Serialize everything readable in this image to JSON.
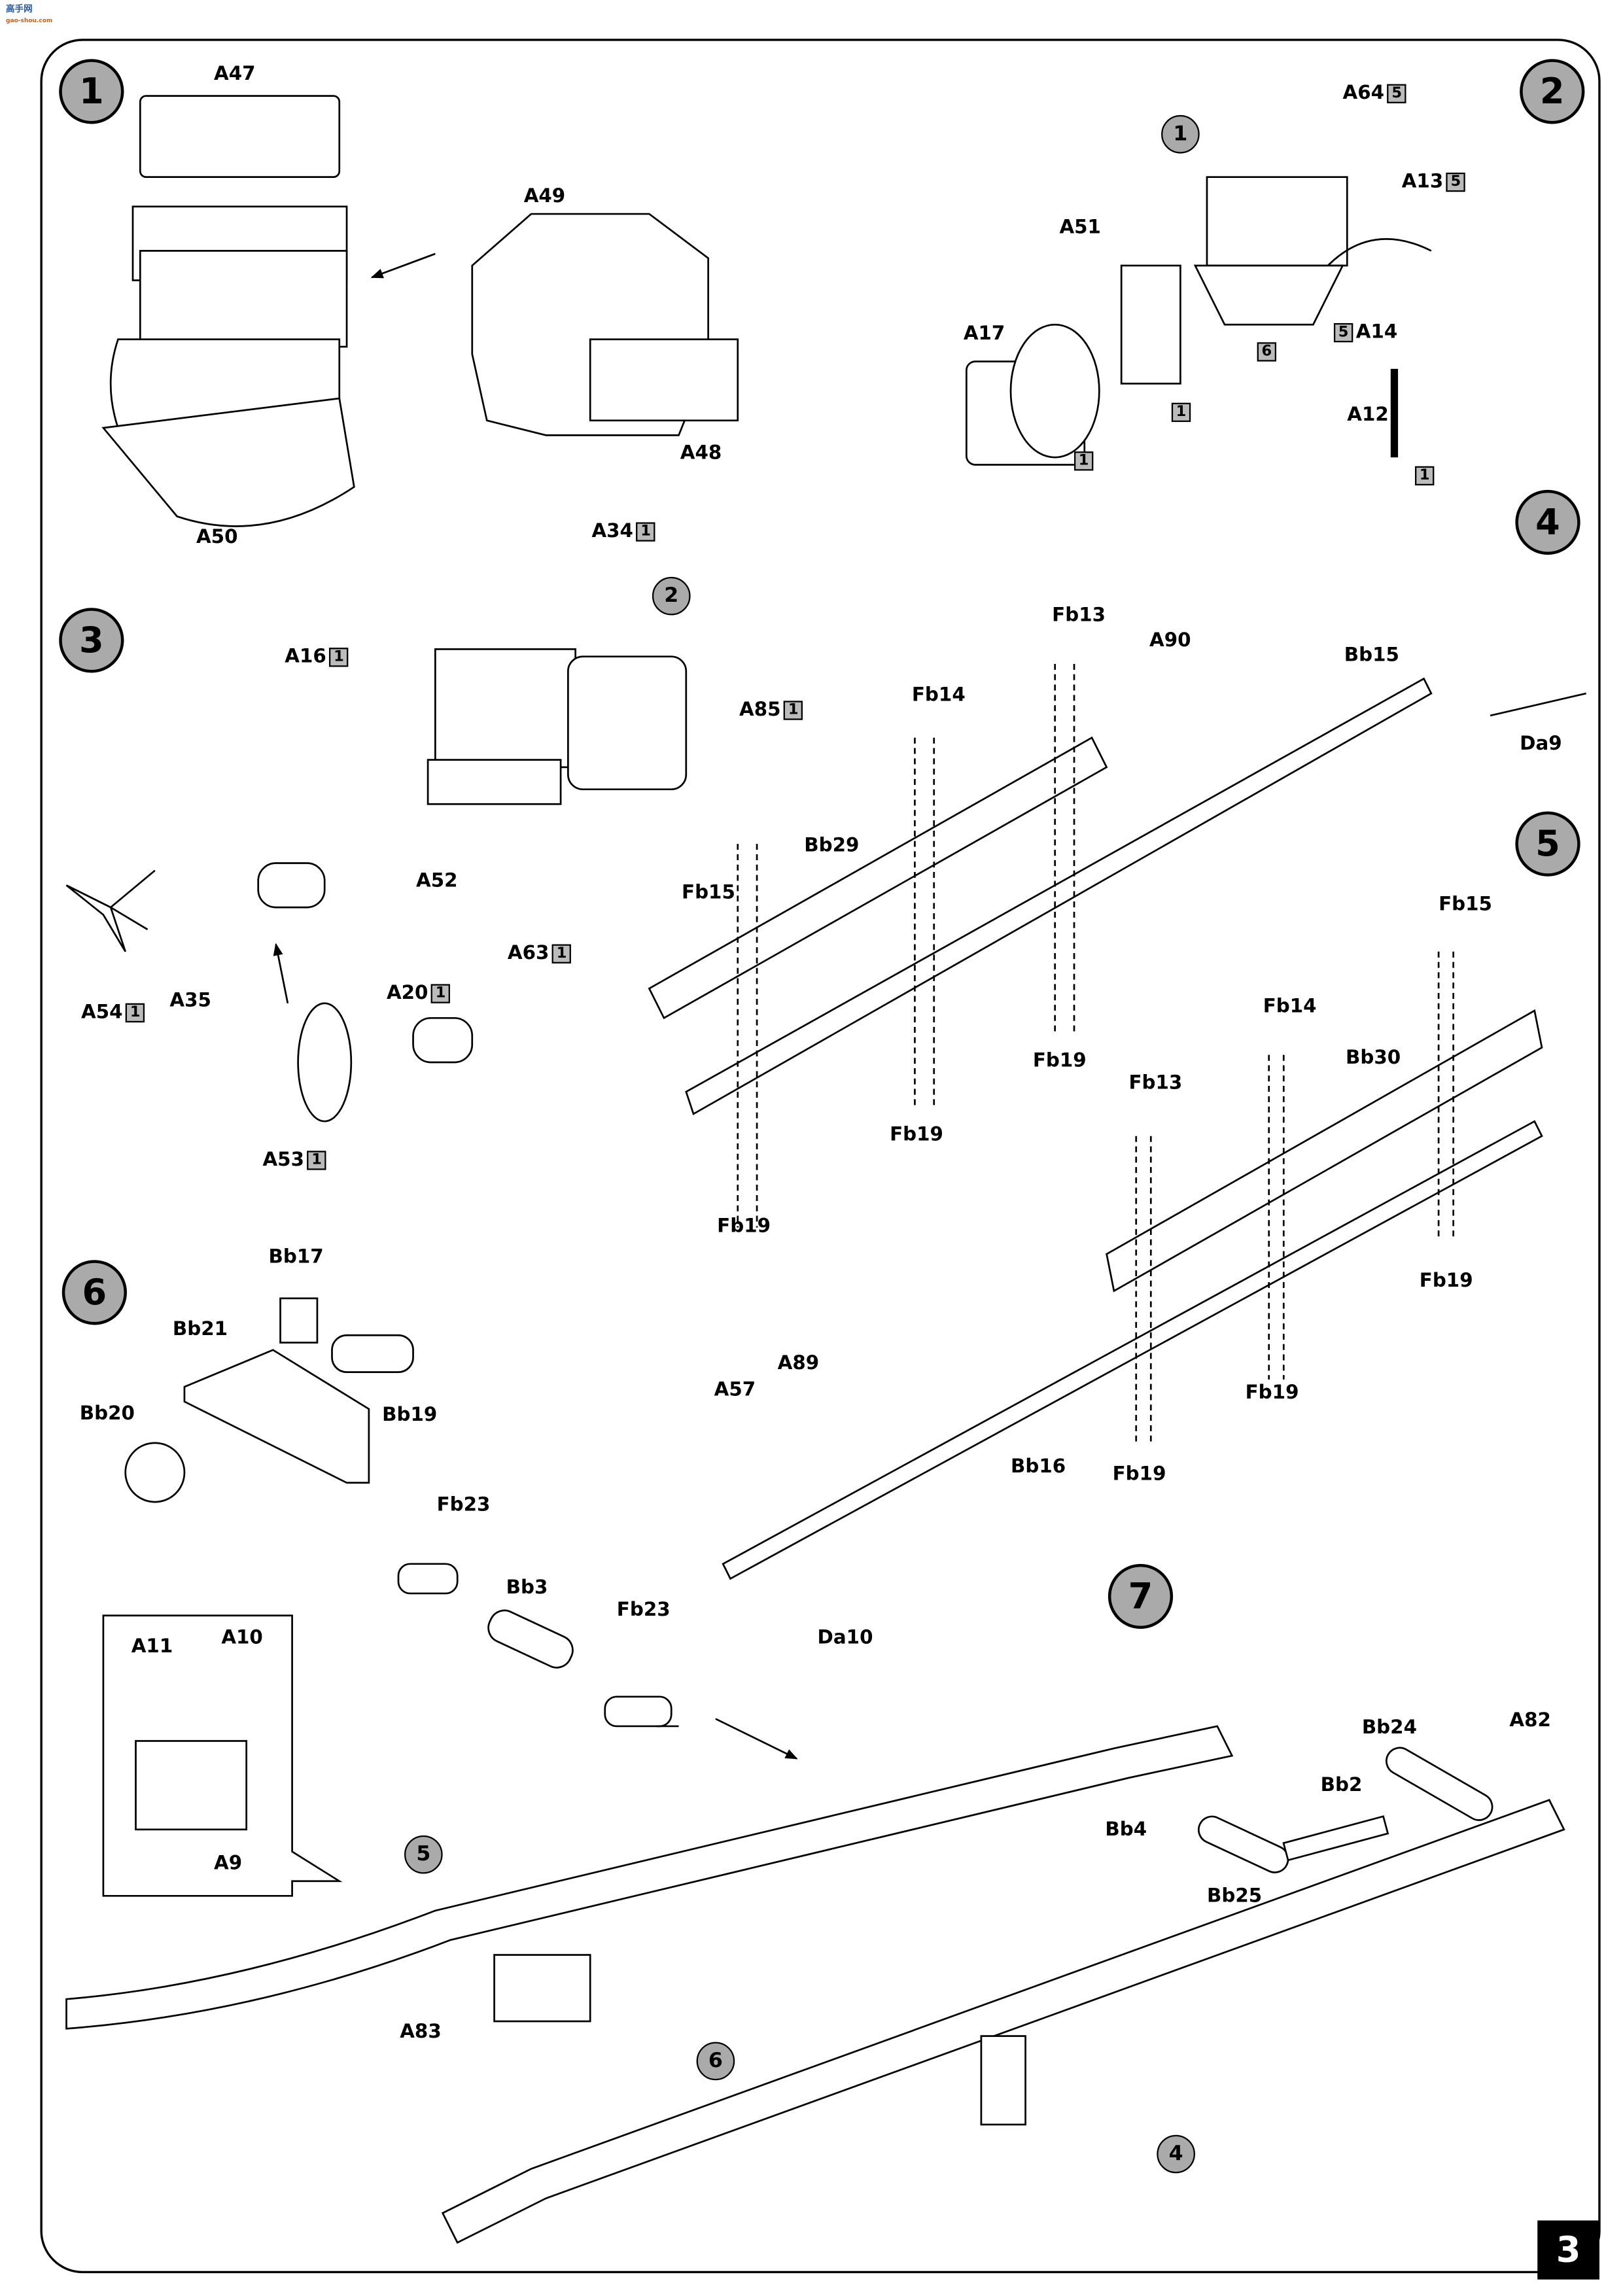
{
  "logo": {
    "text": "高手网",
    "sub": "gao-shou.com"
  },
  "page_number": "3",
  "steps": [
    "1",
    "2",
    "3",
    "4",
    "5",
    "6",
    "7"
  ],
  "refs": {
    "s2_engine": "1",
    "s3_engine": "2",
    "s7_frame": "5",
    "s7_axle": "6",
    "s7_chassis": "4"
  },
  "step1": {
    "A47": "A47",
    "A49": "A49",
    "A48": "A48",
    "A50": "A50"
  },
  "step2": {
    "A64": "A64",
    "A64_paint": "5",
    "A13": "A13",
    "A13_paint": "5",
    "A51": "A51",
    "A51_paint": "1",
    "A17": "A17",
    "A17_paint": "1",
    "A14": "A14",
    "A14_paint": "5",
    "engine_paint": "6",
    "A12": "A12",
    "A12_paint": "1"
  },
  "step3": {
    "A34": "A34",
    "A34_paint": "1",
    "A16": "A16",
    "A16_paint": "1",
    "A85": "A85",
    "A85_paint": "1",
    "A52": "A52",
    "A63": "A63",
    "A63_paint": "1",
    "A35": "A35",
    "A54": "A54",
    "A54_paint": "1",
    "A20": "A20",
    "A20_paint": "1",
    "A53": "A53",
    "A53_paint": "1"
  },
  "step4": {
    "Fb13": "Fb13",
    "A90": "A90",
    "Bb15": "Bb15",
    "Da9": "Da9",
    "Fb14": "Fb14",
    "Bb29": "Bb29",
    "Fb15": "Fb15",
    "Fb19_a": "Fb19",
    "Fb19_b": "Fb19",
    "Fb19_c": "Fb19"
  },
  "step5": {
    "Fb15": "Fb15",
    "Fb14": "Fb14",
    "Bb30": "Bb30",
    "Fb13": "Fb13",
    "Fb19_a": "Fb19",
    "Fb19_b": "Fb19",
    "Fb19_c": "Fb19",
    "A89": "A89",
    "A57": "A57",
    "Bb16": "Bb16",
    "Da10": "Da10"
  },
  "step6": {
    "Bb17": "Bb17",
    "Bb21": "Bb21",
    "Bb19": "Bb19",
    "Bb20": "Bb20"
  },
  "step7": {
    "Fb23_a": "Fb23",
    "Bb3": "Bb3",
    "Fb23_b": "Fb23",
    "A11": "A11",
    "A10": "A10",
    "A9": "A9",
    "Bb24": "Bb24",
    "A82": "A82",
    "Bb2": "Bb2",
    "Bb4": "Bb4",
    "Bb25": "Bb25",
    "A83": "A83"
  }
}
